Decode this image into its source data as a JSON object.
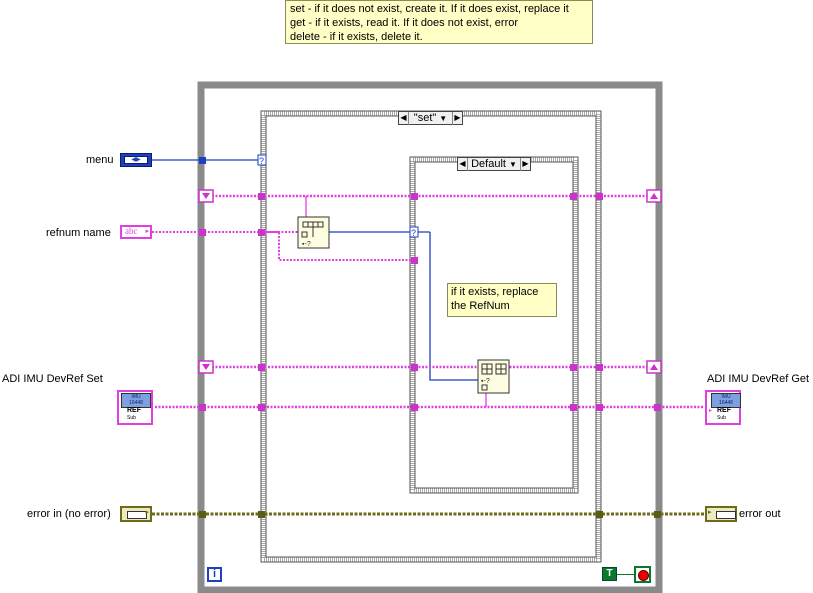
{
  "note": {
    "lines": [
      "set - if it does not exist, create it.  If it does exist, replace it",
      "get - if it exists, read it.  If it does not exist, error",
      "delete - if it exists, delete it."
    ]
  },
  "inner_note": {
    "lines": [
      "if it exists, replace",
      "the RefNum"
    ]
  },
  "outer_case": {
    "selector_value": "\"set\""
  },
  "inner_case": {
    "selector_value": "Default"
  },
  "controls": {
    "menu": "menu",
    "refnum_name": "refnum name",
    "devref_set": "ADI IMU DevRef Set",
    "error_in": "error in (no error)"
  },
  "indicators": {
    "devref_get": "ADI IMU DevRef Get",
    "error_out": "error out"
  },
  "terminal_text": {
    "string": "abc",
    "ref_title": "IMU\n16448",
    "ref_label": "REF",
    "ref_sub": "Sub",
    "loop_iteration": "i",
    "true_constant": "T"
  },
  "colors": {
    "string_wire": "#e040e0",
    "enum_wire": "#1e3fbf",
    "error_wire": "#6b6b1a",
    "structure_border": "#888888",
    "note_bg": "#ffffc6"
  }
}
